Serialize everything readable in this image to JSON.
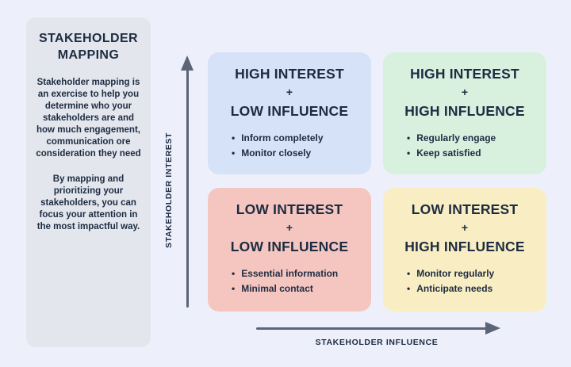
{
  "colors": {
    "page_bg": "#edf0fb",
    "sidebar_bg": "#e3e6ec",
    "text": "#1d2c42",
    "axis": "#5a6577",
    "quadrant_blue": "#d6e2f7",
    "quadrant_green": "#d8f1df",
    "quadrant_pink": "#f5c6c0",
    "quadrant_yellow": "#f9eec3"
  },
  "sidebar": {
    "title": "STAKEHOLDER MAPPING",
    "paragraph1": "Stakeholder mapping is an exercise to help you determine who your stakeholders are and how much engagement, communication ore consideration they need",
    "paragraph2": "By mapping and prioritizing your stakeholders, you can focus your attention in the most impactful way."
  },
  "axes": {
    "y_label": "STAKEHOLDER INTEREST",
    "x_label": "STAKEHOLDER INFLUENCE"
  },
  "bullet_glyph": "•",
  "quadrants": [
    {
      "line1": "HIGH INTEREST",
      "plus": "+",
      "line2": "LOW INFLUENCE",
      "bullets": [
        "Inform completely",
        "Monitor closely"
      ]
    },
    {
      "line1": "HIGH INTEREST",
      "plus": "+",
      "line2": "HIGH INFLUENCE",
      "bullets": [
        "Regularly engage",
        "Keep satisfied"
      ]
    },
    {
      "line1": "LOW INTEREST",
      "plus": "+",
      "line2": "LOW INFLUENCE",
      "bullets": [
        "Essential information",
        "Minimal contact"
      ]
    },
    {
      "line1": "LOW INTEREST",
      "plus": "+",
      "line2": "HIGH INFLUENCE",
      "bullets": [
        "Monitor regularly",
        "Anticipate needs"
      ]
    }
  ]
}
